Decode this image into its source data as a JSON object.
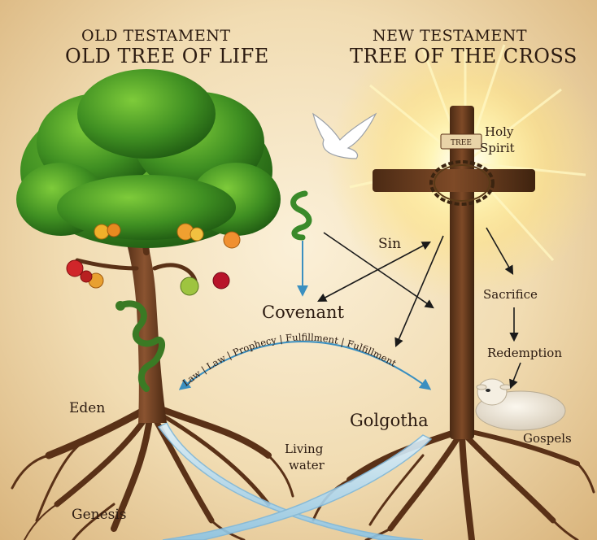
{
  "left_heading": {
    "line1": "OLD TESTAMENT",
    "line2": "OLD TREE OF LIFE"
  },
  "right_heading": {
    "line1": "NEW TESTAMENT",
    "line2": "TREE OF THE CROSS"
  },
  "cross_sign": "TREE",
  "labels": {
    "holy_spirit_1": "Holy",
    "holy_spirit_2": "Spirit",
    "sin": "Sin",
    "covenant": "Covenant",
    "sacrifice": "Sacrifice",
    "redemption": "Redemption",
    "eden": "Eden",
    "golgotha": "Golgotha",
    "gospels": "Gospels",
    "living_1": "Living",
    "living_2": "water",
    "genesis": "Genesis"
  },
  "arc_words": [
    "Law",
    "|",
    "Law",
    "|",
    "Prophecy",
    "|",
    "Fulfillment",
    "|",
    "Fulfillment"
  ],
  "colors": {
    "arrow_blue": "#3a8fc0",
    "arrow_black": "#1a1a1a",
    "leaf": "#3f8f22",
    "wood": "#6b3b1e",
    "glow": "#fff3a8"
  }
}
